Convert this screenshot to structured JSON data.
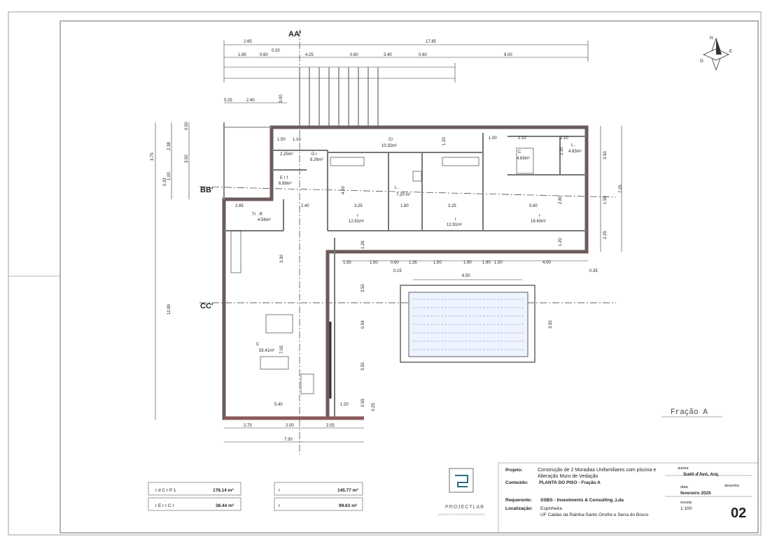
{
  "plan": {
    "section_labels": {
      "aa": "AA'",
      "bb": "BB'",
      "cc": "CC'"
    },
    "fraction_label": "Fração A",
    "compass": {
      "n": "N",
      "e": "E",
      "w": "O"
    },
    "rooms": [
      {
        "id": "cr",
        "code": "Cr",
        "area": "10.32m²"
      },
      {
        "id": "dr",
        "code": "D  r",
        "area": "9.26m²"
      },
      {
        "id": "wc1",
        "code": "",
        "area": "2.25m²"
      },
      {
        "id": "er",
        "code": "E r  f",
        "area": "6.89m²"
      },
      {
        "id": "l1",
        "code": "L  .",
        "area": "7.20 m²"
      },
      {
        "id": "c1",
        "code": "C",
        "area": "4.83m²"
      },
      {
        "id": "l2",
        "code": "L  .",
        "area": "4.83m²"
      },
      {
        "id": "tr",
        "code": "Tr  . R",
        "area": "4.56m²"
      },
      {
        "id": "q1",
        "code": "r",
        "area": "12.91m²"
      },
      {
        "id": "q2",
        "code": "r",
        "area": "12.91m²"
      },
      {
        "id": "q3",
        "code": "r",
        "area": "18.40m²"
      },
      {
        "id": "sala",
        "code": "C",
        "area": "55.41m²"
      }
    ],
    "dims": {
      "d_2_65": "2.65",
      "d_17_85": "17.85",
      "d_1_85": "1.85",
      "d_0_60a": "0.60",
      "d_0_20": "0.20",
      "d_4_25": "4.25",
      "d_0_60b": "0.60",
      "d_3_40": "3.40",
      "d_0_60c": "0.60",
      "d_9_00": "9.00",
      "d_0_25": "0.25",
      "d_2_40": "2.40",
      "d_3_00": "3.00",
      "d_1_50": "1.50",
      "d_1_10": "1.10",
      "d_1_20a": "1.20",
      "d_1_00": "1.00",
      "d_2_10": "2.10",
      "d_2_10b": "2.10",
      "d_2_30": "2.30",
      "d_3_75": "3.75",
      "d_2_38": "2.38",
      "d_3_50v": "3.50",
      "d_0_50": "0.50",
      "d_0_33": "0.33",
      "d_1_00v": "1.00",
      "d_4_00": "4.00",
      "d_2_85": "2.85",
      "d_2_40b": "2.40",
      "d_3_25a": "3.25",
      "d_1_80": "1.80",
      "d_3_25b": "3.25",
      "d_5_60": "5.60",
      "d_2_80": "2.80",
      "d_1_20v": "1.20",
      "d_3_50r": "3.50",
      "d_7_25": "7.25",
      "d_1_50r": "1.50",
      "d_2_25": "2.25",
      "d_1_26": "1.26",
      "d_1_55": "1.55",
      "d_1_50c": "1.50",
      "d_0_60d": "0.60",
      "d_1_35": "1.35",
      "d_1_50d": "1.50",
      "d_1_90a": "1.90",
      "d_1_90b": "1.90",
      "d_1_50e": "1.50",
      "d_4_00h": "4.00",
      "d_0_15": "0.15",
      "d_0_35": "0.35",
      "d_6_50": "6.50",
      "d_3_50p": "3.50",
      "d_3_50a": "3.50",
      "d_0_54": "0.54",
      "d_3_50b": "3.50",
      "d_0_55": "0.55",
      "d_0_25b": "0.25",
      "d_3_30": "3.30",
      "d_12_80": "12.80",
      "d_7_05": "7.05",
      "d_5_40": "5.40",
      "d_1_20b": "1.20",
      "d_2_75": "2.75",
      "d_2_00": "2.00",
      "d_2_55": "2.55",
      "d_7_30": "7.30"
    }
  },
  "areas_table": {
    "rows": [
      {
        "label": "r  d  C   r   P  1",
        "value": "178.14 m²",
        "label2": "r",
        "value2": "145.77 m²"
      },
      {
        "label": "r   E r r C  r",
        "value": "38.44 m²",
        "label2": "r",
        "value2": "99.63 m²"
      }
    ]
  },
  "logo": {
    "name": "PROJECTLAB",
    "tagline": "ARQUITETURA ENGENHARIA"
  },
  "title_block": {
    "projeto_label": "Projeto:",
    "projeto_line1": "Construção de 2 Moradias Unifamiliares com piscina  e",
    "projeto_line2": "Alteração Muro de Vedação",
    "conteudo_label": "Conteúdo:",
    "conteudo": "PLANTA DO PISO - Fração A",
    "requerente_label": "Requerente:",
    "requerente": "SSBS - Investments  & Consulting ,Lda",
    "localizacao_label": "Localização:",
    "localizacao_line1": "Espinheira",
    "localizacao_line2": "UF Caldas da Rainha-Santo Onofre e Serra do Bouro",
    "autora_label": "autora",
    "autora": "Suéli d'Avó, Arq.",
    "data_label": "data",
    "desenho_label": "desenho",
    "data": "fevereiro 2025",
    "escala_label": "escala",
    "escala": "1:100",
    "sheet_number": "02"
  }
}
